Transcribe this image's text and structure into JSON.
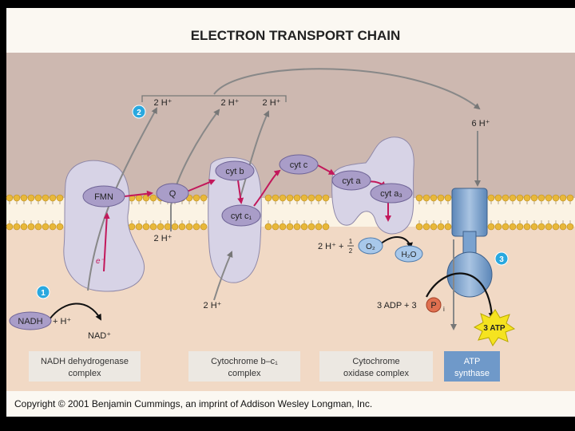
{
  "title": "ELECTRON TRANSPORT CHAIN",
  "protons": {
    "pumped_1": "2 H⁺",
    "pumped_2": "2 H⁺",
    "pumped_3": "2 H⁺",
    "total": "6 H⁺",
    "matrix_q": "2 H⁺",
    "matrix_bc1": "2 H⁺"
  },
  "carriers": {
    "fmn": "FMN",
    "q": "Q",
    "cyt_b": "cyt b",
    "cyt_c1": "cyt c₁",
    "cyt_c": "cyt c",
    "cyt_a": "cyt a",
    "cyt_a3": "cyt a₃"
  },
  "reactions": {
    "nadh": "NADH",
    "plus_h": "+ H⁺",
    "nad": "NAD⁺",
    "electron": "e⁻",
    "oxygen_left": "2 H⁺ + ",
    "half_num": "1",
    "half_den": "2",
    "o2": "O₂",
    "h2o": "H₂O",
    "adp": "3 ADP + 3",
    "pi": "P",
    "pi_sub": "i",
    "atp": "3 ATP"
  },
  "steps": [
    "1",
    "2",
    "3"
  ],
  "complexes": {
    "c1_line1": "NADH dehydrogenase",
    "c1_line2": "complex",
    "c2_line1": "Cytochrome b–c₁",
    "c2_line2": "complex",
    "c3_line1": "Cytochrome",
    "c3_line2": "oxidase complex",
    "c4_line1": "ATP",
    "c4_line2": "synthase"
  },
  "copyright": "Copyright © 2001 Benjamin Cummings, an imprint of Addison Wesley Longman, Inc.",
  "colors": {
    "intermembrane": "#cdb8b0",
    "matrix": "#f1d9c5",
    "lipid_head": "#e8b83a",
    "protein": "#d7d3e6",
    "carrier": "#a99dc8",
    "electron_path": "#c2185b",
    "atp_synthase": "#7aa2cf",
    "step_badge": "#29a8df",
    "atp_star": "#f5e320"
  }
}
